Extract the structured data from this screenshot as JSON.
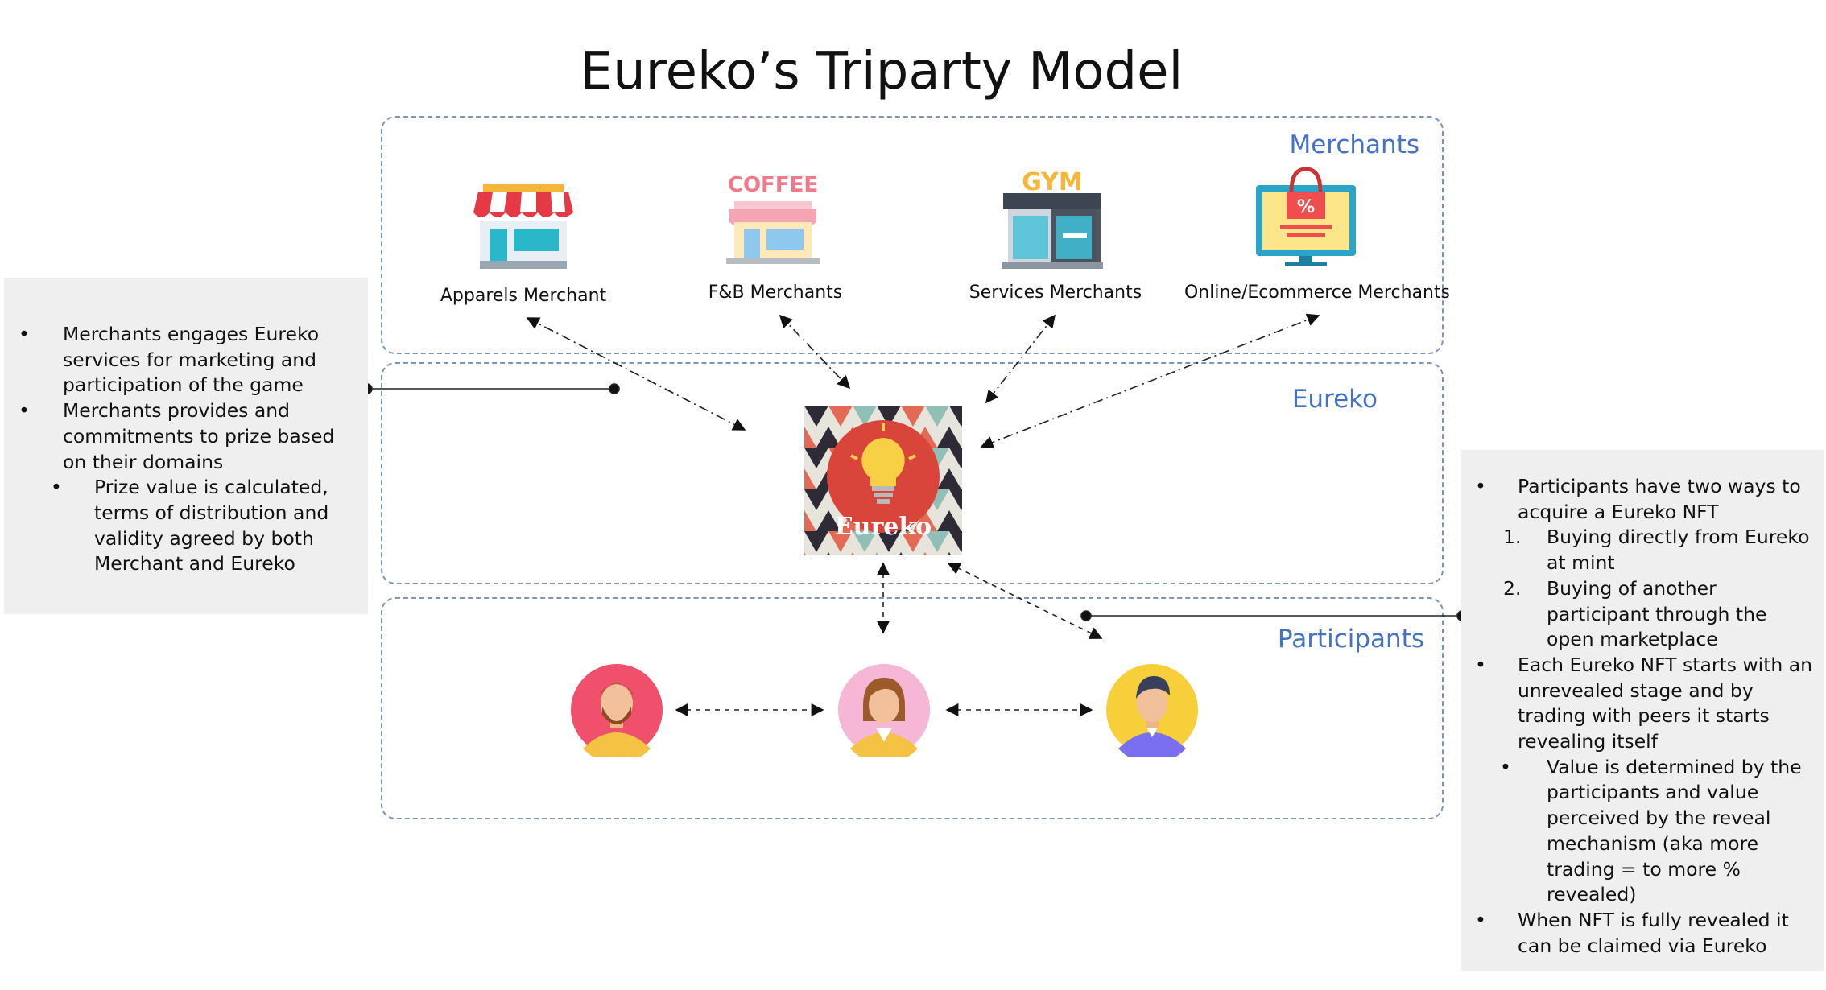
{
  "title": "Eureko’s Triparty Model",
  "sections": {
    "merchants": "Merchants",
    "eureko": "Eureko",
    "participants": "Participants"
  },
  "merchants": [
    {
      "label": "Apparels Merchant",
      "icon": "storefront-icon"
    },
    {
      "label": "F&B Merchants",
      "icon": "coffee-shop-icon",
      "sign": "COFFEE"
    },
    {
      "label": "Services Merchants",
      "icon": "gym-icon",
      "sign": "GYM"
    },
    {
      "label": "Online/Ecommerce Merchants",
      "icon": "online-shop-icon"
    }
  ],
  "eureko_logo": {
    "text": "Eureko",
    "icon": "lightbulb-icon"
  },
  "participants": [
    {
      "icon": "bearded-man-avatar-icon"
    },
    {
      "icon": "woman-avatar-icon"
    },
    {
      "icon": "man-avatar-icon"
    }
  ],
  "left_note": {
    "bullets": [
      "Merchants engages Eureko services for marketing and participation of the game",
      "Merchants provides and commitments to prize based on their domains"
    ],
    "sub_bullets": [
      "Prize value is calculated, terms of distribution and validity agreed by both Merchant and Eureko"
    ]
  },
  "right_note": {
    "intro": "Participants have two ways to acquire a Eureko NFT",
    "ways": [
      {
        "num": "1.",
        "text": "Buying directly from Eureko at mint"
      },
      {
        "num": "2.",
        "text": "Buying of another participant through the open marketplace"
      }
    ],
    "bullet2": "Each Eureko NFT starts with an unrevealed stage and by trading with peers it starts revealing itself",
    "sub_bullet": "Value is determined by the participants and value perceived by the reveal mechanism (aka more trading = to more % revealed)",
    "bullet3": "When NFT is fully revealed it can be claimed via Eureko"
  },
  "colors": {
    "section_title": "#4472c4",
    "dashed_border": "#7f96b3",
    "note_bg": "#efefef"
  }
}
